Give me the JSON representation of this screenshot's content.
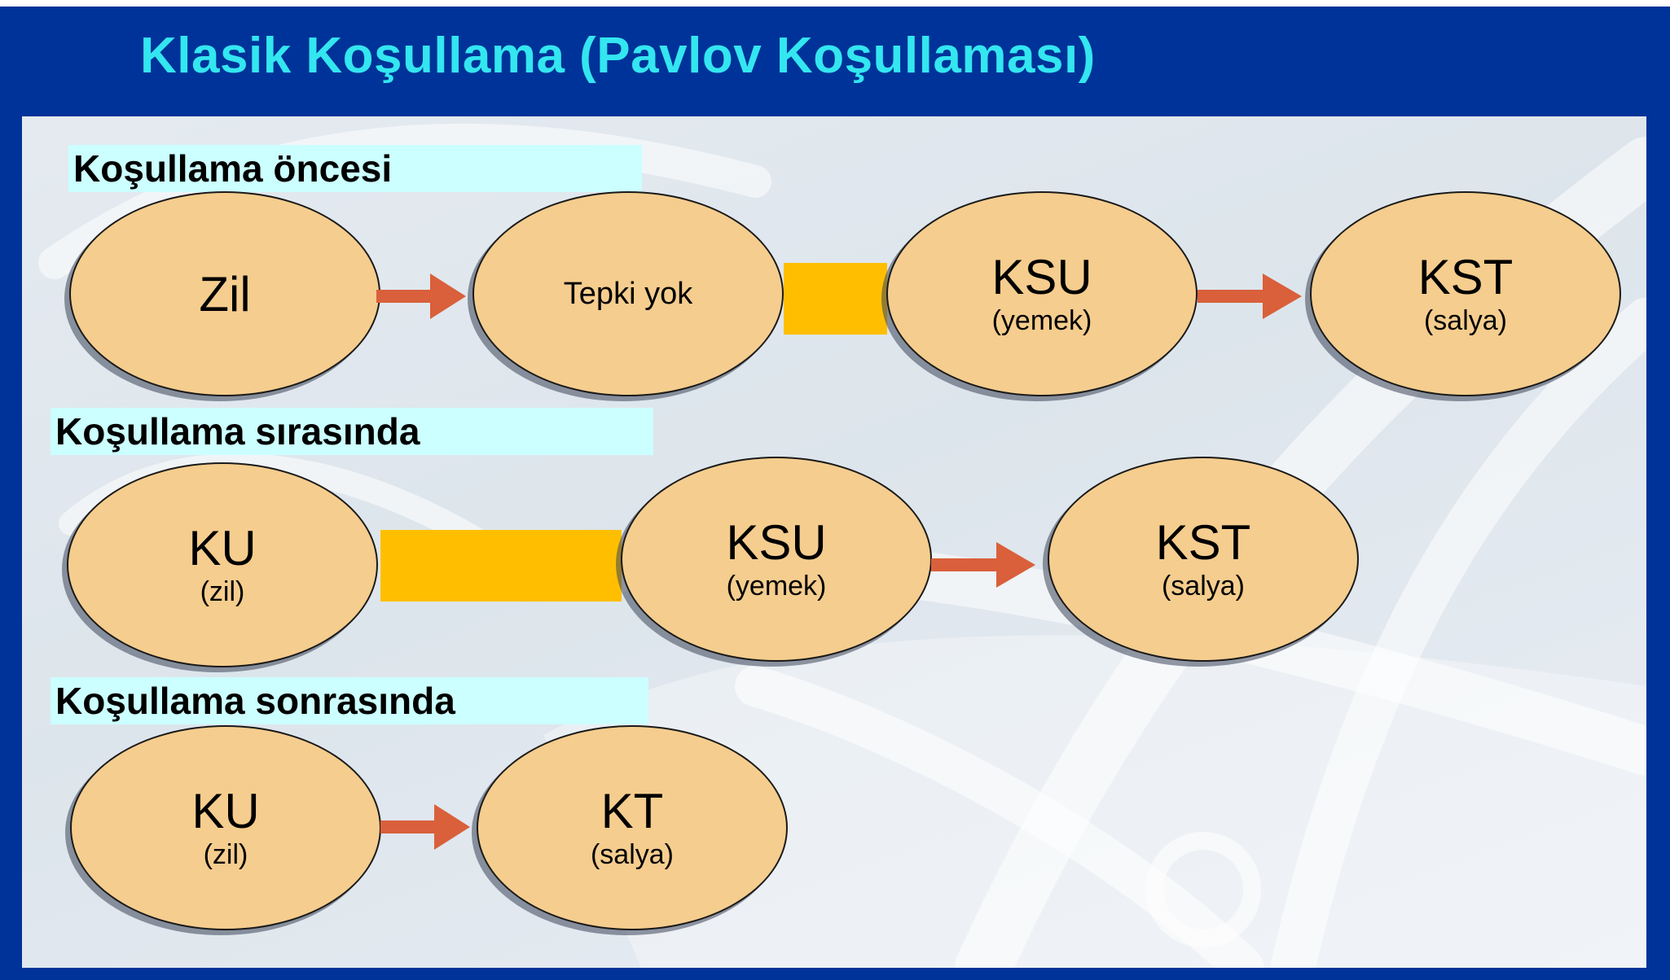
{
  "title": "Klasik Koşullama (Pavlov Koşullaması)",
  "colors": {
    "frame": "#003399",
    "title": "#33e6f0",
    "label_bg": "#ccffff",
    "node_fill": "#f5cd8e",
    "pairing_bar": "#ffbf00",
    "arrow": "#d9603b"
  },
  "stages": [
    {
      "label": "Koşullama öncesi",
      "nodes": [
        {
          "main": "Zil"
        },
        {
          "main": "Tepki yok"
        },
        {
          "main": "KSU",
          "sub": "(yemek)"
        },
        {
          "main": "KST",
          "sub": "(salya)"
        }
      ]
    },
    {
      "label": "Koşullama sırasında",
      "nodes": [
        {
          "main": "KU",
          "sub": "(zil)"
        },
        {
          "main": "KSU",
          "sub": "(yemek)"
        },
        {
          "main": "KST",
          "sub": "(salya)"
        }
      ]
    },
    {
      "label": "Koşullama sonrasında",
      "nodes": [
        {
          "main": "KU",
          "sub": "(zil)"
        },
        {
          "main": "KT",
          "sub": "(salya)"
        }
      ]
    }
  ]
}
